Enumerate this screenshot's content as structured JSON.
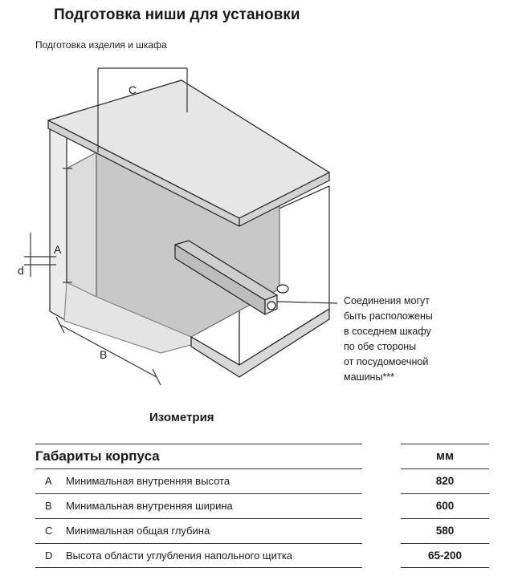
{
  "header": {
    "title": "Подготовка ниши для установки",
    "subtitle": "Подготовка изделия и шкафа"
  },
  "figure": {
    "dim_labels": {
      "a": "A",
      "b": "B",
      "c": "C",
      "d": "d"
    },
    "note_lines": [
      "Соединения могут",
      "быть расположены",
      "в соседнем шкафу",
      "по обе стороны",
      "от посудомоечной",
      "машины***"
    ],
    "caption": "Изометрия"
  },
  "table": {
    "header": {
      "label": "Габариты корпуса",
      "unit": "мм"
    },
    "rows": [
      {
        "code": "A",
        "label": "Минимальная внутренняя высота",
        "value": "820"
      },
      {
        "code": "B",
        "label": "Минимальная внутренняя ширина",
        "value": "600"
      },
      {
        "code": "C",
        "label": "Минимальная общая глубина",
        "value": "580"
      },
      {
        "code": "D",
        "label": "Высота области углубления напольного щитка",
        "value": "65-200"
      }
    ]
  }
}
